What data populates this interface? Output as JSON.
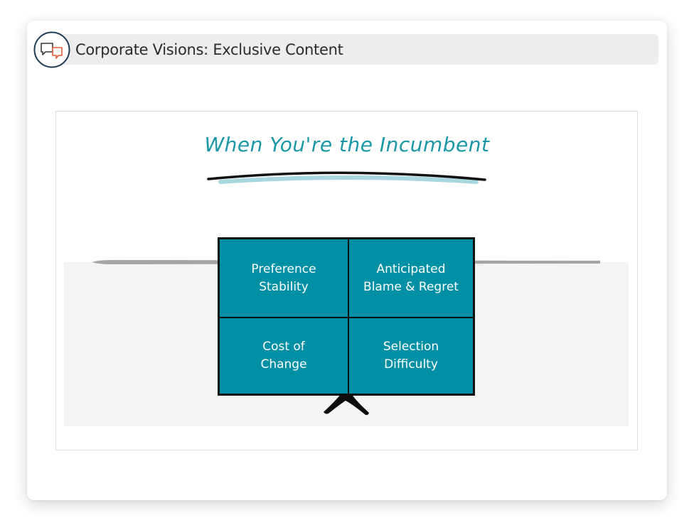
{
  "header": {
    "title": "Corporate Visions: Exclusive Content",
    "logo_icon": "chat-bubbles-icon"
  },
  "slide": {
    "title": "When You're the Incumbent",
    "colors": {
      "accent": "#1a97a6",
      "cell_fill": "#0090a6",
      "underline_light": "#a9d7df",
      "table_surface": "#f3f4f4"
    },
    "quadrants": [
      {
        "label": "Preference\nStability"
      },
      {
        "label": "Anticipated\nBlame & Regret"
      },
      {
        "label": "Cost of\nChange"
      },
      {
        "label": "Selection\nDifficulty"
      }
    ]
  }
}
